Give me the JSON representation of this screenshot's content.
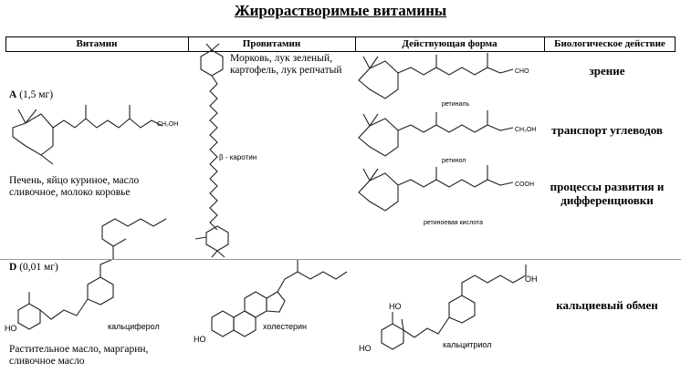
{
  "title": "Жирорастворимые витамины",
  "headers": {
    "vitamin": "Витамин",
    "provitamin": "Провитамин",
    "active_form": "Действующая форма",
    "bio_action": "Биологическое действие"
  },
  "vitamin_a": {
    "letter": "A",
    "dose": "(1,5 мг)",
    "group": "CH₂OH",
    "sources": "Печень, яйцо куриное, масло сливочное, молоко коровье",
    "provitamin_sources": "Морковь, лук зеленый, картофель, лук репчатый",
    "provitamin_name": "β - каротин",
    "forms": [
      {
        "name": "ретиналь",
        "group": "CHO"
      },
      {
        "name": "ретинол",
        "group": "CH₂OH"
      },
      {
        "name": "ретиноевая кислота",
        "group": "COOH"
      }
    ],
    "actions": [
      "зрение",
      "транспорт углеводов",
      "процессы развития и дифференциовки"
    ]
  },
  "vitamin_d": {
    "letter": "D",
    "dose": "(0,01 мг)",
    "compound": "кальциферол",
    "sources": "Растительное масло, маргарин, сливочное масло",
    "provitamin": "холестерин",
    "active_form": "кальцитриол",
    "action": "кальциевый обмен",
    "ho": "HO",
    "oh": "OH"
  }
}
